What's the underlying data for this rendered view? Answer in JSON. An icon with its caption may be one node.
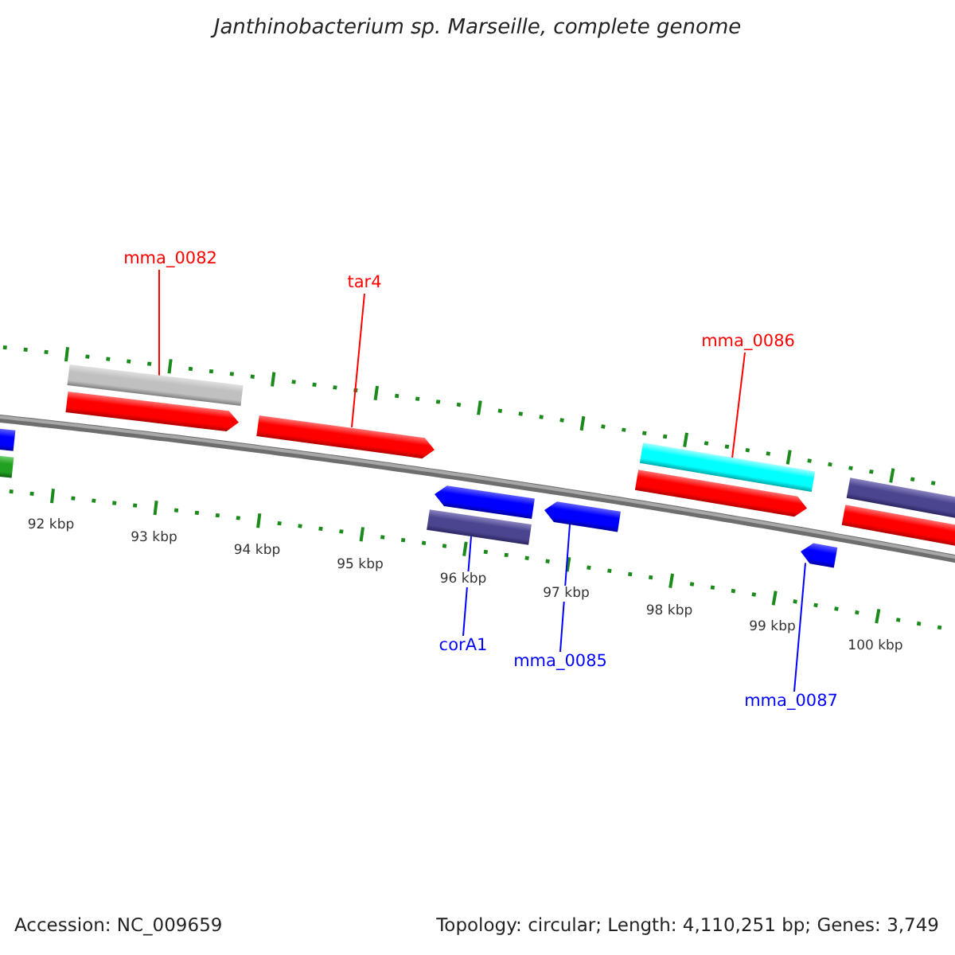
{
  "diagram": {
    "title": "Janthinobacterium sp. Marseille, complete genome",
    "nodes": [
      {
        "text": [
          "mma_0082"
        ]
      },
      {
        "text": [
          "tar4"
        ]
      },
      {
        "text": [
          "mma_0086"
        ]
      },
      {
        "text": [],
        "shape": "bar"
      },
      {
        "text": [],
        "shape": "bar"
      },
      {
        "text": [],
        "shape": "bar"
      },
      {
        "text": [],
        "shape": "pentagon"
      },
      {
        "text": [],
        "shape": "pentagon"
      },
      {
        "text": [],
        "shape": "pentagon"
      },
      {
        "text": [],
        "shape": "bar"
      },
      {
        "text": [],
        "shape": "pentagon"
      },
      {
        "text": [],
        "shape": "bar"
      },
      {
        "text": [],
        "shape": "pentagon"
      },
      {
        "text": [],
        "shape": "pentagon"
      },
      {
        "text": [],
        "shape": "bar"
      },
      {
        "text": [],
        "shape": "bar"
      },
      {
        "text": [
          "corA1"
        ]
      },
      {
        "text": [
          "mma_0085"
        ]
      },
      {
        "text": [
          "mma_0087"
        ]
      }
    ],
    "edges": [
      {
        "from": 0,
        "to": 5,
        "arrow": "none"
      },
      {
        "from": 1,
        "to": 7,
        "arrow": "none"
      },
      {
        "from": 2,
        "to": 11,
        "arrow": "none"
      },
      {
        "from": 16,
        "to": 9,
        "arrow": "none",
        "color": "#0000ff"
      },
      {
        "from": 17,
        "to": 10,
        "arrow": "none",
        "color": "#0000ff"
      },
      {
        "from": 18,
        "to": 13,
        "arrow": "none",
        "color": "#0000ff"
      }
    ],
    "labels": [
      "92 kbp",
      "93 kbp",
      "94 kbp",
      "95 kbp",
      "96 kbp",
      "97 kbp",
      "98 kbp",
      "99 kbp",
      "100 kbp",
      "Accession: NC_009659",
      "Topology: circular; Length: 4,110,251 bp; Genes: 3,749"
    ]
  }
}
